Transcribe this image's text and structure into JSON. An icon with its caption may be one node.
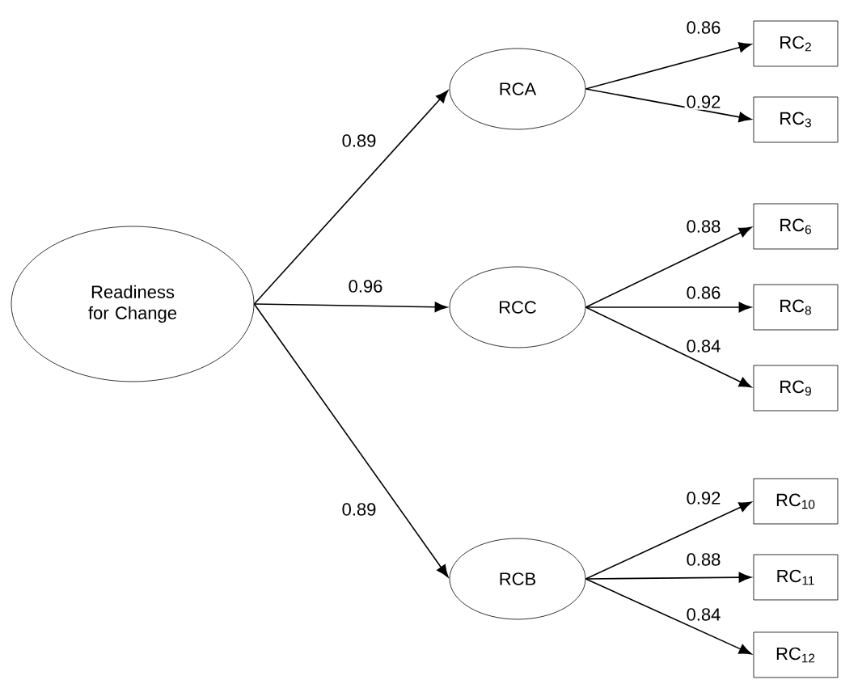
{
  "diagram": {
    "nodes": [
      {
        "text": [
          "Readiness for Change"
        ]
      },
      {
        "text": [
          "RCA"
        ]
      },
      {
        "text": [
          "RCC"
        ]
      },
      {
        "text": [
          "RCB"
        ]
      },
      {
        "text": [
          "RC$_{2}$"
        ]
      },
      {
        "text": [
          "RC$_{3}$"
        ]
      },
      {
        "text": [
          "RC$_{6}$"
        ]
      },
      {
        "text": [
          "RC$_{8}$"
        ]
      },
      {
        "text": [
          "RC$_{9}$"
        ]
      },
      {
        "text": [
          "RC$_{10}$"
        ]
      },
      {
        "text": [
          "RC$_{11}$"
        ]
      },
      {
        "text": [
          "RC$_{12}$"
        ]
      }
    ],
    "edges": [
      {
        "from": 0,
        "to": 1,
        "arrow": "to",
        "label": "0.89"
      },
      {
        "from": 0,
        "to": 2,
        "arrow": "to",
        "label": "0.96"
      },
      {
        "from": 0,
        "to": 3,
        "arrow": "to",
        "label": "0.89"
      },
      {
        "from": 1,
        "to": 4,
        "arrow": "to",
        "label": "0.86"
      },
      {
        "from": 1,
        "to": 5,
        "arrow": "to",
        "label": "0.92"
      },
      {
        "from": 2,
        "to": 6,
        "arrow": "to",
        "label": "0.88"
      },
      {
        "from": 2,
        "to": 7,
        "arrow": "to",
        "label": "0.86"
      },
      {
        "from": 2,
        "to": 8,
        "arrow": "to",
        "label": "0.84"
      },
      {
        "from": 3,
        "to": 9,
        "arrow": "to",
        "label": "0.92"
      },
      {
        "from": 3,
        "to": 10,
        "arrow": "to",
        "label": "0.88"
      },
      {
        "from": 3,
        "to": 11,
        "arrow": "to",
        "label": "0.84"
      }
    ]
  }
}
